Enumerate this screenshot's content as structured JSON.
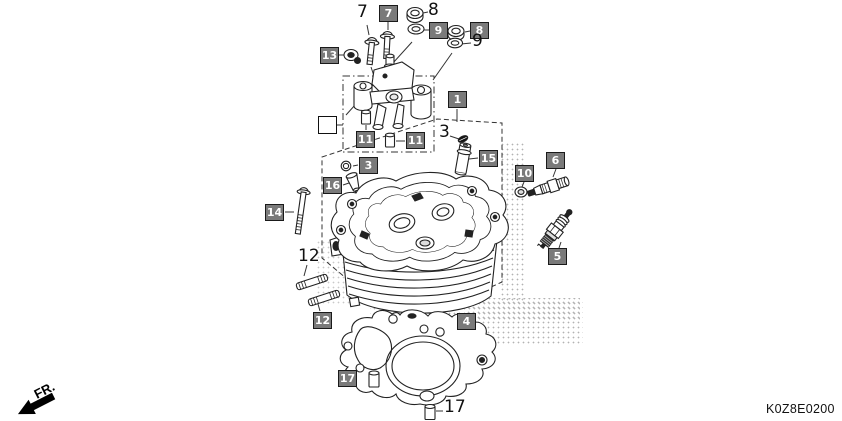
{
  "diagram": {
    "code": "K0Z8E0200",
    "front_label": "FR."
  },
  "colors": {
    "line": "#222222",
    "callout_box_bg": "#7a7a7a",
    "callout_box_border": "#1a1a1a",
    "callout_box_text": "#ffffff",
    "paper": "#ffffff"
  },
  "callouts": [
    {
      "id": "7-plain",
      "text": "7"
    },
    {
      "id": "7-boxed",
      "text": "7"
    },
    {
      "id": "8-plain",
      "text": "8"
    },
    {
      "id": "9-boxed",
      "text": "9"
    },
    {
      "id": "8-boxed",
      "text": "8"
    },
    {
      "id": "9-plain",
      "text": "9"
    },
    {
      "id": "13-boxed",
      "text": "13"
    },
    {
      "id": "1-boxed",
      "text": "1"
    },
    {
      "id": "blank-boxed",
      "text": ""
    },
    {
      "id": "11-boxed-left",
      "text": "11"
    },
    {
      "id": "11-boxed-right",
      "text": "11"
    },
    {
      "id": "3-plain",
      "text": "3"
    },
    {
      "id": "15-boxed",
      "text": "15"
    },
    {
      "id": "3-boxed",
      "text": "3"
    },
    {
      "id": "16-boxed",
      "text": "16"
    },
    {
      "id": "10-boxed",
      "text": "10"
    },
    {
      "id": "6-boxed",
      "text": "6"
    },
    {
      "id": "5-boxed",
      "text": "5"
    },
    {
      "id": "14-boxed",
      "text": "14"
    },
    {
      "id": "12-plain",
      "text": "12"
    },
    {
      "id": "12-boxed",
      "text": "12"
    },
    {
      "id": "4-boxed",
      "text": "4"
    },
    {
      "id": "17-boxed",
      "text": "17"
    },
    {
      "id": "17-plain",
      "text": "17"
    }
  ],
  "icons": [
    "flange-bolt-icon",
    "cap-nut-icon",
    "washer-icon",
    "valve-stem-seal-icon",
    "rocker-arm-holder-icon",
    "dowel-pin-icon",
    "valve-cotter-icon",
    "valve-guide-icon",
    "valve-lifter-icon",
    "o-ring-icon",
    "sealing-washer-icon",
    "thermo-sensor-icon",
    "spark-plug-icon",
    "long-flange-bolt-icon",
    "stud-bolt-icon",
    "cylinder-head-icon",
    "cylinder-head-gasket-icon",
    "front-arrow-icon"
  ]
}
